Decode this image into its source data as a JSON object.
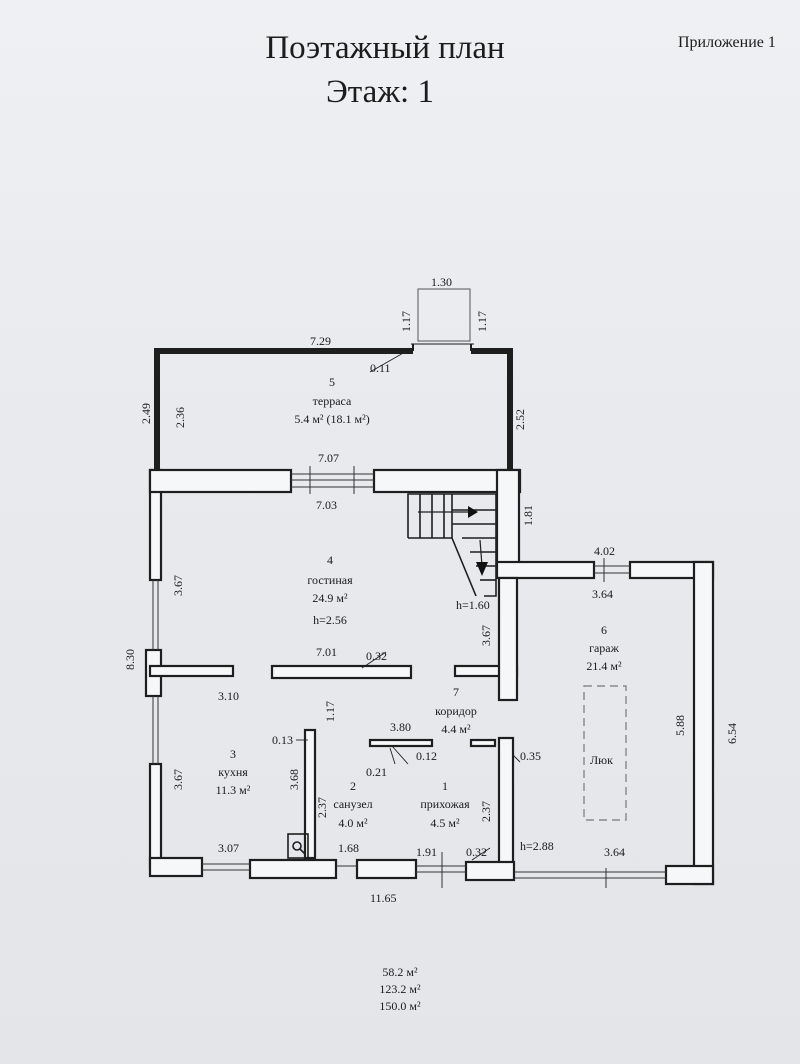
{
  "header": {
    "title": "Поэтажный план",
    "floor": "Этаж: 1",
    "appendix": "Приложение 1"
  },
  "rooms": [
    {
      "key": "terrace",
      "number": "5",
      "name": "терраса",
      "area": "5.4 м² (18.1 м²)",
      "height": ""
    },
    {
      "key": "living",
      "number": "4",
      "name": "гостиная",
      "area": "24.9 м²",
      "height": "h=2.56"
    },
    {
      "key": "garage",
      "number": "6",
      "name": "гараж",
      "area": "21.4 м²",
      "height": ""
    },
    {
      "key": "corridor",
      "number": "7",
      "name": "коридор",
      "area": "4.4 м²",
      "height": ""
    },
    {
      "key": "kitchen",
      "number": "3",
      "name": "кухня",
      "area": "11.3 м²",
      "height": ""
    },
    {
      "key": "bathroom",
      "number": "2",
      "name": "санузел",
      "area": "4.0 м²",
      "height": ""
    },
    {
      "key": "hallway",
      "number": "1",
      "name": "прихожая",
      "area": "4.5 м²",
      "height": ""
    }
  ],
  "labels": {
    "hatch": "Люк",
    "stair_height": "h=1.60",
    "garage_height": "h=2.88"
  },
  "dimensions": {
    "porch_width": "1.30",
    "porch_left": "1.17",
    "porch_right": "1.17",
    "terrace_top": "7.29",
    "terrace_wall": "0.11",
    "terrace_outer_left": "2.49",
    "terrace_inner_left": "2.36",
    "terrace_right": "2.52",
    "living_top_outer": "7.07",
    "living_top_inner": "7.03",
    "stair_side": "1.81",
    "living_left": "3.67",
    "living_bottom": "7.01",
    "wall_032_a": "0.32",
    "stair_right": "3.67",
    "total_left": "8.30",
    "garage_top_outer": "4.02",
    "garage_top_inner": "3.64",
    "garage_inner_right": "5.88",
    "garage_outer_right": "6.54",
    "kitchen_top": "3.10",
    "corridor_height": "1.17",
    "corridor_width": "3.80",
    "wall_013": "0.13",
    "wall_012": "0.12",
    "wall_021": "0.21",
    "wall_035": "0.35",
    "kitchen_left": "3.67",
    "kitchen_right": "3.68",
    "bath_left": "2.37",
    "hall_right": "2.37",
    "kitchen_bottom": "3.07",
    "bath_bottom": "1.68",
    "hall_bottom": "1.91",
    "wall_032_b": "0.32",
    "garage_bottom": "3.64",
    "total_bottom": "11.65"
  },
  "totals": [
    "58.2 м²",
    "123.2 м²",
    "150.0 м²"
  ]
}
